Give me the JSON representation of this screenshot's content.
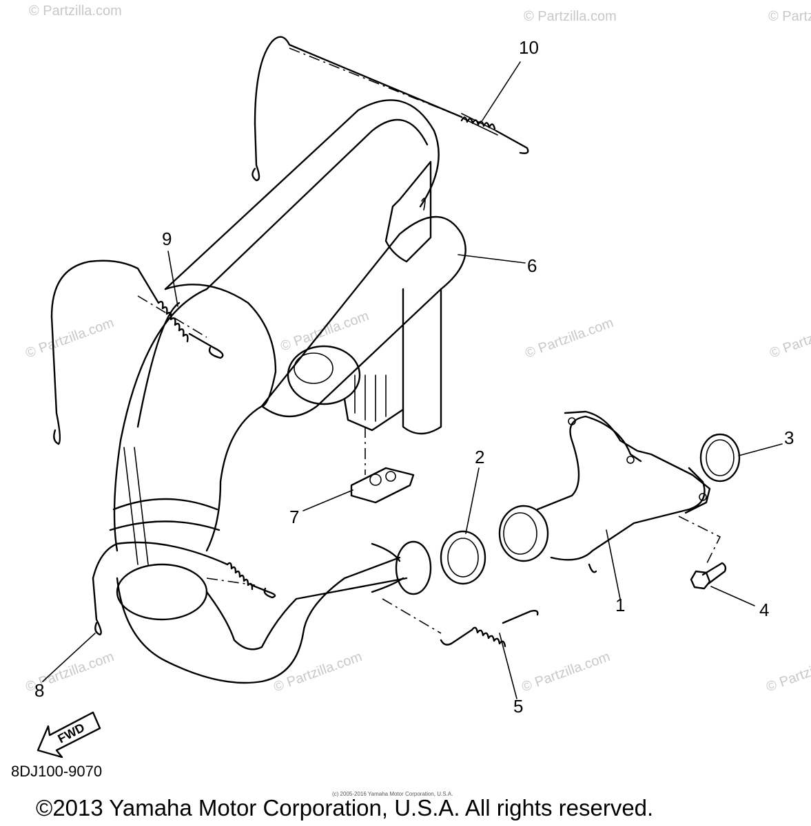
{
  "diagram": {
    "part_numbers": [
      "1",
      "2",
      "3",
      "4",
      "5",
      "6",
      "7",
      "8",
      "9",
      "10"
    ],
    "diagram_code": "8DJ100-9070",
    "fwd_label": "FWD",
    "watermark": "© Partzilla.com",
    "small_copyright": "(c) 2005-2016 Yamaha Motor Corporation, U.S.A.",
    "copyright": "©2013 Yamaha Motor Corporation, U.S.A. All rights reserved."
  }
}
